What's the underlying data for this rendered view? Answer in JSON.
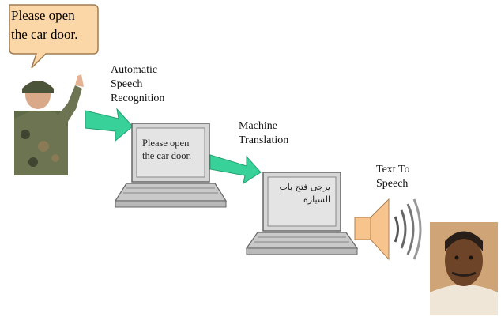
{
  "speech_bubble": {
    "text_line1": "Please open",
    "text_line2": "the car door."
  },
  "steps": {
    "asr_line1": "Automatic",
    "asr_line2": "Speech",
    "asr_line3": "Recognition",
    "mt_line1": "Machine",
    "mt_line2": "Translation",
    "tts_line1": "Text To",
    "tts_line2": "Speech"
  },
  "laptop1": {
    "line1": "Please open",
    "line2": "the car door."
  },
  "laptop2": {
    "line1": "يرجى فتح باب",
    "line2": "السيارة"
  },
  "colors": {
    "bubble": "#fbd7a7",
    "arrow": "#39d19a",
    "speaker": "#f6c48c",
    "laptop_body": "#cfcfcf"
  }
}
